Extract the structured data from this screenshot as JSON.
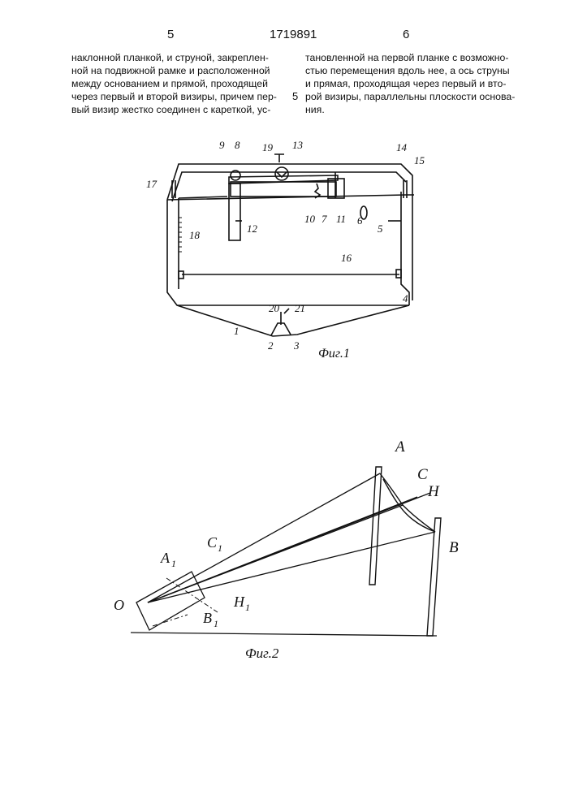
{
  "header": {
    "page_left": "5",
    "patent_number": "1719891",
    "page_right": "6"
  },
  "left_column": {
    "lines": [
      "наклонной планкой, и струной, закреплен-",
      "ной на подвижной рамке и расположенной",
      "между основанием и прямой, проходящей",
      "через первый и второй визиры, причем пер-",
      "вый визир жестко соединен с кареткой, ус-"
    ]
  },
  "right_column": {
    "lines": [
      "тановленной на первой планке с возможно-",
      "стью перемещения вдоль нее, а ось струны",
      "и прямая, проходящая через первый и вто-",
      "рой визиры, параллельны плоскости основа-",
      "ния."
    ]
  },
  "line_marker": "5",
  "figure1": {
    "caption": "Фиг.1",
    "labels": [
      "1",
      "2",
      "3",
      "4",
      "5",
      "6",
      "7",
      "8",
      "9",
      "10",
      "11",
      "12",
      "13",
      "14",
      "15",
      "16",
      "17",
      "18",
      "19",
      "20",
      "21"
    ]
  },
  "figure2": {
    "caption": "Фиг.2",
    "labels": {
      "O": "O",
      "A": "A",
      "C": "C",
      "H": "H",
      "B": "B",
      "A1": "A",
      "A1_sub": "1",
      "C1": "C",
      "C1_sub": "1",
      "H1": "H",
      "H1_sub": "1",
      "B1": "B",
      "B1_sub": "1"
    }
  }
}
